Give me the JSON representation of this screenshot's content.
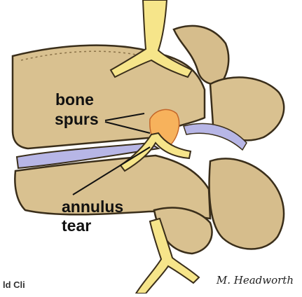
{
  "labels": {
    "bone_line1": "bone",
    "bone_line2": "spurs",
    "annulus_line1": "annulus",
    "annulus_line2": "tear"
  },
  "footer": {
    "credit_fragment": "ld Cli",
    "signature": "M. Headworth"
  },
  "colors": {
    "bone": "#d9c190",
    "bone_dark": "#8a7248",
    "nerve": "#f6e58a",
    "disc": "#b7b6e6",
    "spur_highlight": "#f7b25c"
  }
}
